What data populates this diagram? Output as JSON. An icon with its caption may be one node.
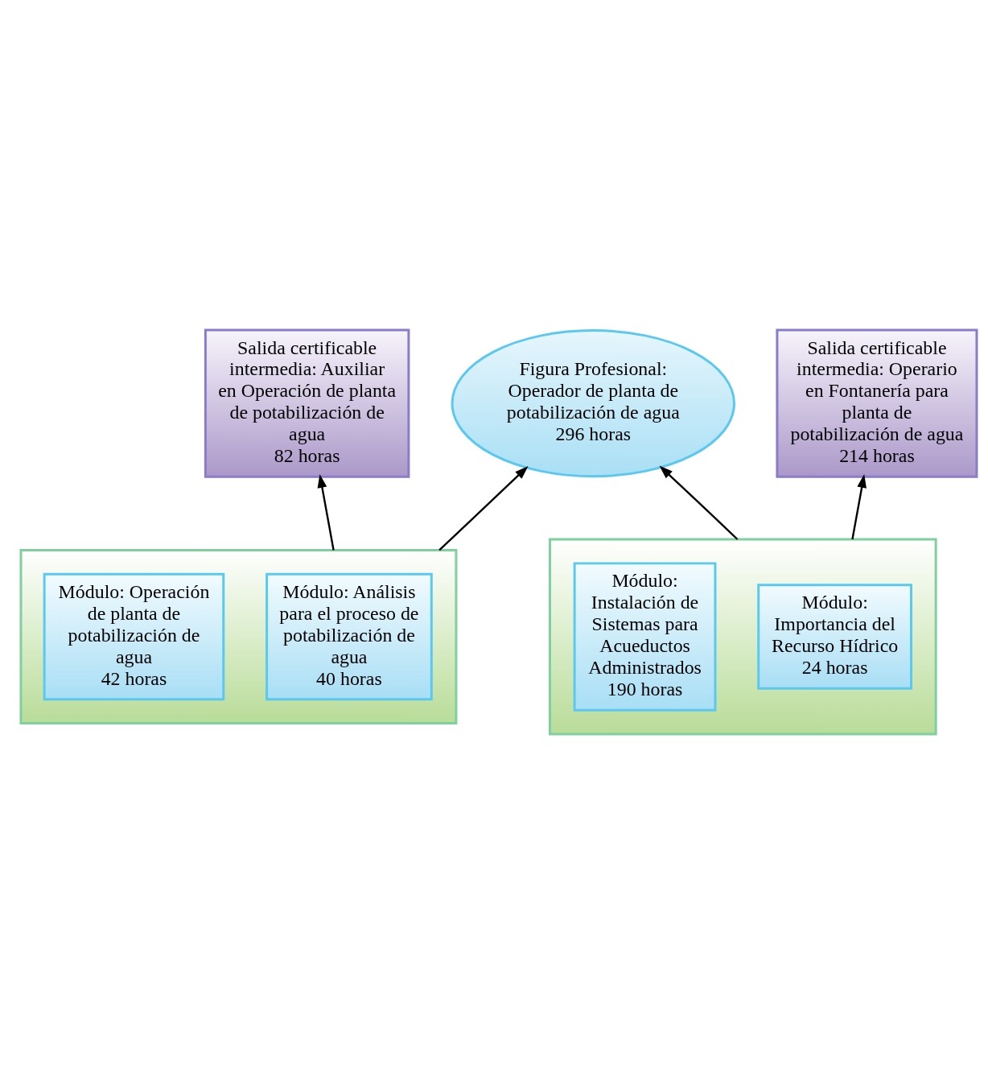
{
  "diagram": {
    "nodes": [
      {
        "text": [
          "Figura Profesional: Operador de planta de potabilización de agua",
          "296 horas"
        ]
      },
      {
        "text": [
          "Salida certificable intermedia: Auxiliar en Operación de planta de potabilización de agua",
          "82 horas"
        ]
      },
      {
        "text": [
          "Salida certificable intermedia: Operario en Fontanería para planta de potabilización de agua",
          "214 horas"
        ]
      },
      {
        "text": [],
        "shape": "box"
      },
      {
        "text": [
          "Módulo: Análisis para el proceso de potabilización de agua",
          "40 horas"
        ],
        "in": 3
      },
      {
        "text": [
          "Módulo: Operación de planta de potabilización de agua",
          "42 horas"
        ],
        "in": 3
      },
      {
        "text": [],
        "shape": "box"
      },
      {
        "text": [
          "Módulo: Importancia del Recurso Hídrico",
          "24 horas"
        ],
        "in": 6
      },
      {
        "text": [
          "Módulo: Instalación de Sistemas para Acueductos Administrados",
          "190 horas"
        ],
        "in": 6
      }
    ],
    "edges": [
      {
        "from": 3,
        "to": 1,
        "arrow": "to"
      },
      {
        "from": 3,
        "to": 0,
        "arrow": "to"
      },
      {
        "from": 6,
        "to": 2,
        "arrow": "to"
      },
      {
        "from": 6,
        "to": 0,
        "arrow": "to"
      }
    ]
  }
}
